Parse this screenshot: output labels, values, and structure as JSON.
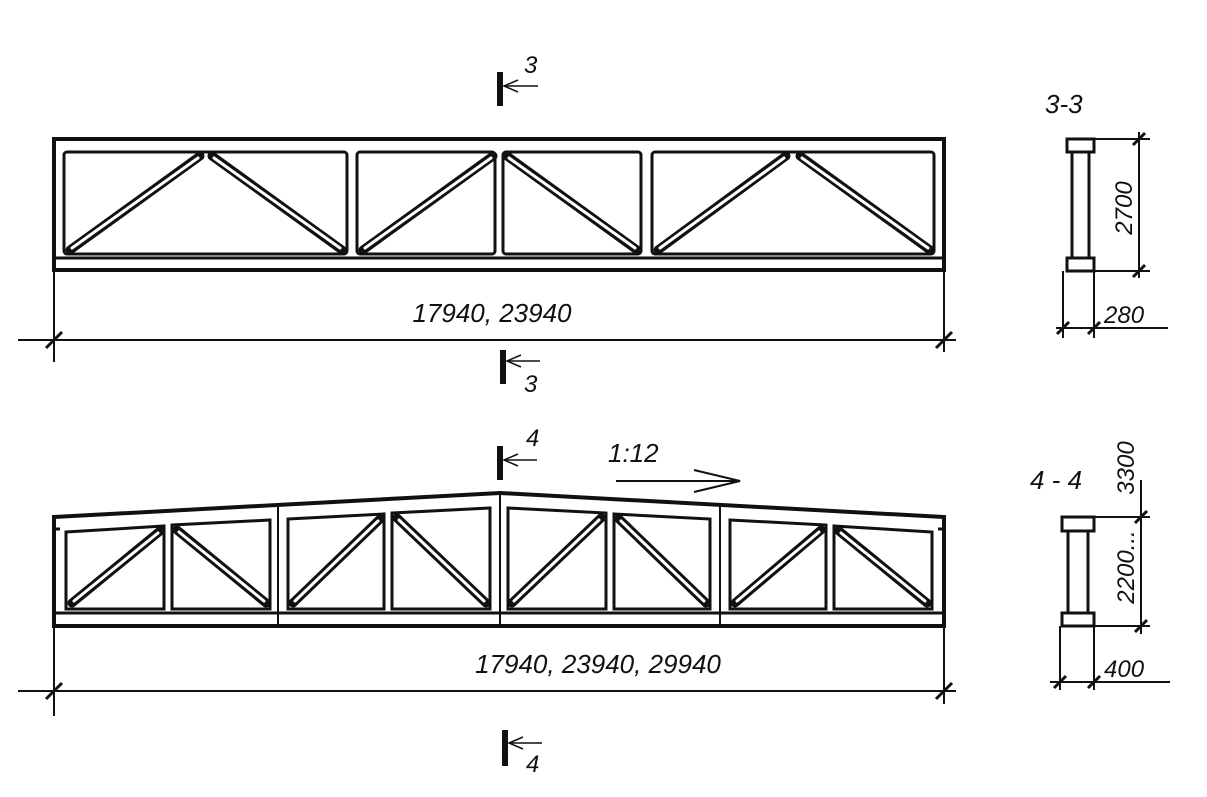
{
  "truss1": {
    "span_label": "17940, 23940",
    "section_mark": "3",
    "section_title": "3-3",
    "height_dim": "2700",
    "width_dim": "280"
  },
  "truss2": {
    "span_label": "17940, 23940, 29940",
    "section_mark": "4",
    "section_title": "4 - 4",
    "slope_label": "1:12",
    "height_dim_top": "3300",
    "height_dim": "2200...",
    "width_dim": "400"
  }
}
